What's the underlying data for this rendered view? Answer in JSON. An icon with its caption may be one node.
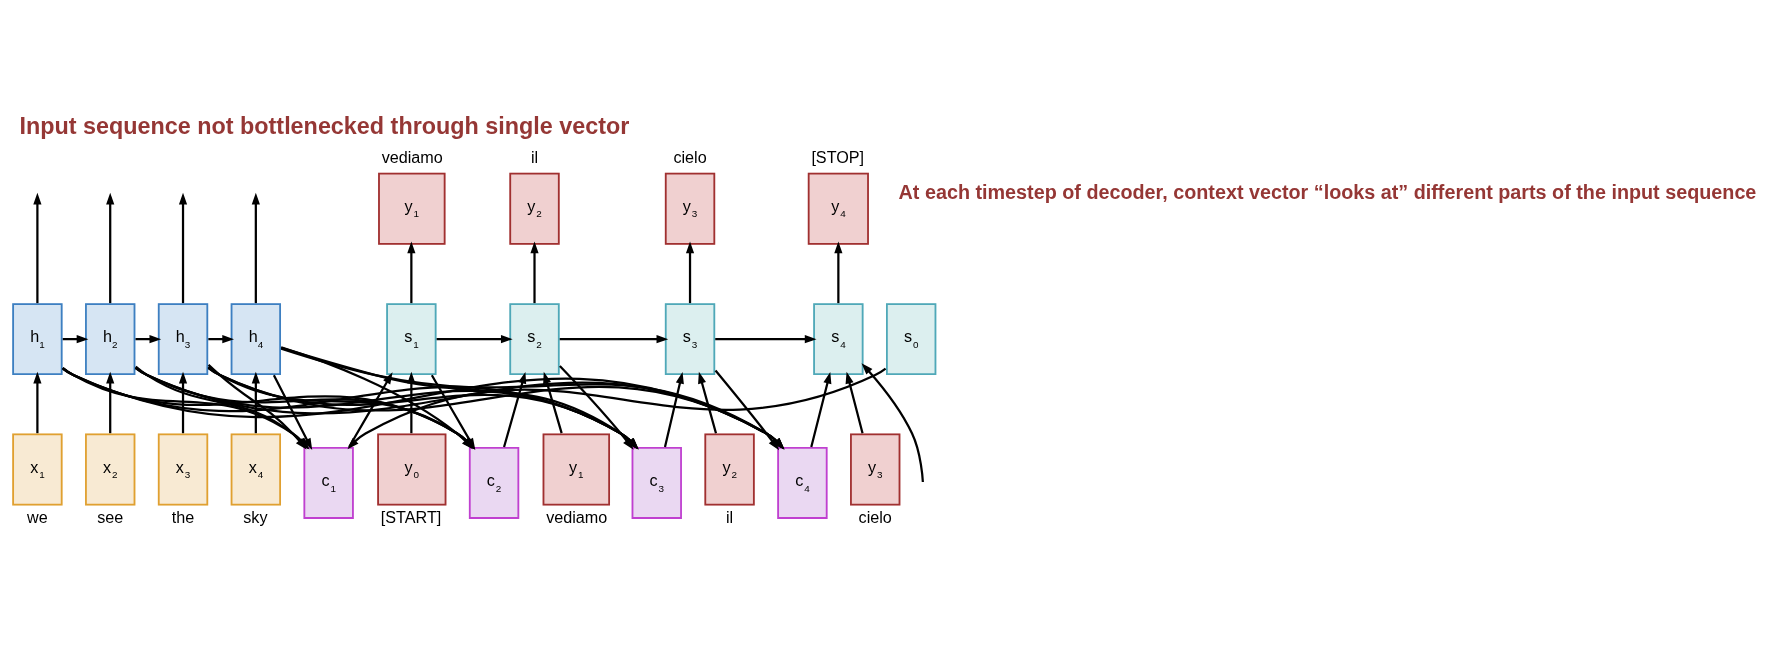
{
  "diagram": {
    "title": "Input sequence not bottlenecked through single vector",
    "nodes": [
      {
        "text": [
          "y$_{1}$"
        ],
        "beside": [
          "vediamo"
        ]
      },
      {
        "text": [
          "y$_{2}$"
        ],
        "beside": [
          "il"
        ]
      },
      {
        "text": [
          "y$_{3}$"
        ],
        "beside": [
          "cielo"
        ]
      },
      {
        "text": [
          "y$_{4}$"
        ],
        "beside": [
          "[STOP]"
        ]
      },
      {
        "text": [
          "h$_{1}$"
        ]
      },
      {
        "text": [
          "h$_{2}$"
        ]
      },
      {
        "text": [
          "h$_{3}$"
        ]
      },
      {
        "text": [
          "h$_{4}$"
        ]
      },
      {
        "text": [
          "s$_{0}$"
        ]
      },
      {
        "text": [
          "s$_{1}$"
        ]
      },
      {
        "text": [
          "s$_{2}$"
        ]
      },
      {
        "text": [
          "s$_{3}$"
        ]
      },
      {
        "text": [
          "s$_{4}$"
        ]
      },
      {
        "text": [
          "x$_{1}$"
        ],
        "beside": [
          "we"
        ]
      },
      {
        "text": [
          "x$_{2}$"
        ],
        "beside": [
          "see"
        ]
      },
      {
        "text": [
          "x$_{3}$"
        ],
        "beside": [
          "the"
        ]
      },
      {
        "text": [
          "x$_{4}$"
        ],
        "beside": [
          "sky"
        ]
      },
      {
        "text": [
          "c$_{1}$"
        ]
      },
      {
        "text": [
          "y$_{0}$"
        ],
        "beside": [
          "[START]"
        ]
      },
      {
        "text": [
          "c$_{2}$"
        ]
      },
      {
        "text": [
          "y$_{1}$"
        ],
        "beside": [
          "vediamo"
        ]
      },
      {
        "text": [
          "c$_{3}$"
        ]
      },
      {
        "text": [
          "y$_{2}$"
        ],
        "beside": [
          "il"
        ]
      },
      {
        "text": [
          "c$_{4}$"
        ]
      },
      {
        "text": [
          "y$_{3}$"
        ],
        "beside": [
          "cielo"
        ]
      }
    ],
    "edges": [
      {
        "from": 13,
        "to": 4,
        "arrow": "to"
      },
      {
        "from": 14,
        "to": 5,
        "arrow": "to"
      },
      {
        "from": 15,
        "to": 6,
        "arrow": "to"
      },
      {
        "from": 16,
        "to": 7,
        "arrow": "to"
      },
      {
        "from": 4,
        "to": 5,
        "arrow": "to"
      },
      {
        "from": 5,
        "to": 6,
        "arrow": "to"
      },
      {
        "from": 6,
        "to": 7,
        "arrow": "to"
      },
      {
        "from": 4,
        "to": null,
        "arrow": "to"
      },
      {
        "from": 5,
        "to": null,
        "arrow": "to"
      },
      {
        "from": 6,
        "to": null,
        "arrow": "to"
      },
      {
        "from": 7,
        "to": null,
        "arrow": "to"
      },
      {
        "from": 4,
        "to": 17,
        "arrow": "to"
      },
      {
        "from": 4,
        "to": 19,
        "arrow": "to"
      },
      {
        "from": 4,
        "to": 21,
        "arrow": "to"
      },
      {
        "from": 4,
        "to": 23,
        "arrow": "to"
      },
      {
        "from": 5,
        "to": 17,
        "arrow": "to"
      },
      {
        "from": 5,
        "to": 19,
        "arrow": "to"
      },
      {
        "from": 5,
        "to": 21,
        "arrow": "to"
      },
      {
        "from": 5,
        "to": 23,
        "arrow": "to"
      },
      {
        "from": 6,
        "to": 17,
        "arrow": "to"
      },
      {
        "from": 6,
        "to": 19,
        "arrow": "to"
      },
      {
        "from": 6,
        "to": 21,
        "arrow": "to"
      },
      {
        "from": 6,
        "to": 23,
        "arrow": "to"
      },
      {
        "from": 7,
        "to": 17,
        "arrow": "to"
      },
      {
        "from": 7,
        "to": 19,
        "arrow": "to"
      },
      {
        "from": 7,
        "to": 21,
        "arrow": "to"
      },
      {
        "from": 7,
        "to": 23,
        "arrow": "to"
      },
      {
        "from": 8,
        "to": 17,
        "arrow": "to"
      },
      {
        "from": 17,
        "to": 9,
        "arrow": "to"
      },
      {
        "from": 18,
        "to": 9,
        "arrow": "to"
      },
      {
        "from": 9,
        "to": 10,
        "arrow": "to"
      },
      {
        "from": 9,
        "to": 19,
        "arrow": "to"
      },
      {
        "from": 19,
        "to": 10,
        "arrow": "to"
      },
      {
        "from": 20,
        "to": 10,
        "arrow": "to"
      },
      {
        "from": 10,
        "to": 11,
        "arrow": "to"
      },
      {
        "from": 10,
        "to": 21,
        "arrow": "to"
      },
      {
        "from": 21,
        "to": 11,
        "arrow": "to"
      },
      {
        "from": 22,
        "to": 11,
        "arrow": "to"
      },
      {
        "from": 11,
        "to": 12,
        "arrow": "to"
      },
      {
        "from": 11,
        "to": 23,
        "arrow": "to"
      },
      {
        "from": 23,
        "to": 12,
        "arrow": "to"
      },
      {
        "from": null,
        "to": 12,
        "arrow": "to"
      },
      {
        "from": 24,
        "to": 12,
        "arrow": "to"
      },
      {
        "from": 9,
        "to": 0,
        "arrow": "to"
      },
      {
        "from": 10,
        "to": 1,
        "arrow": "to"
      },
      {
        "from": 11,
        "to": 2,
        "arrow": "to"
      },
      {
        "from": 12,
        "to": 3,
        "arrow": "to"
      }
    ],
    "labels": [
      "At each timestep of decoder, context vector “looks at” different parts of the input sequence"
    ]
  }
}
